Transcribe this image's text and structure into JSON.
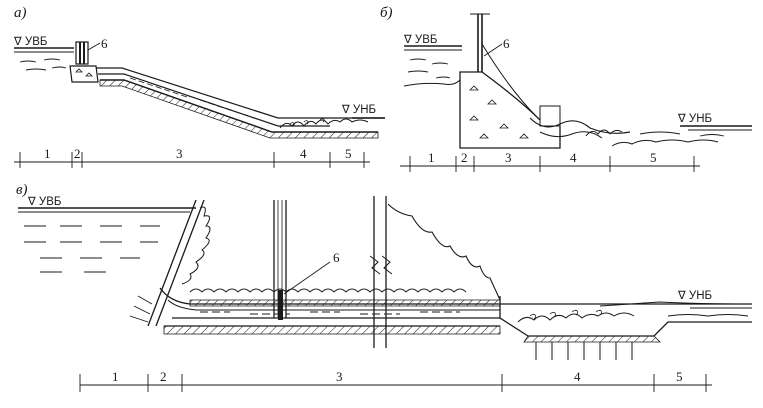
{
  "panels": {
    "a": {
      "label": "а)",
      "upstream_level": "∇ УВБ",
      "downstream_level": "∇ УНБ",
      "element_label": "6",
      "sections": [
        "1",
        "2",
        "3",
        "4",
        "5"
      ]
    },
    "b": {
      "label": "б)",
      "upstream_level": "∇ УВБ",
      "downstream_level": "∇ УНБ",
      "element_label": "6",
      "sections": [
        "1",
        "2",
        "3",
        "4",
        "5"
      ]
    },
    "c": {
      "label": "в)",
      "upstream_level": "∇ УВБ",
      "downstream_level": "∇ УНБ",
      "element_label": "6",
      "sections": [
        "1",
        "2",
        "3",
        "4",
        "5"
      ]
    }
  }
}
